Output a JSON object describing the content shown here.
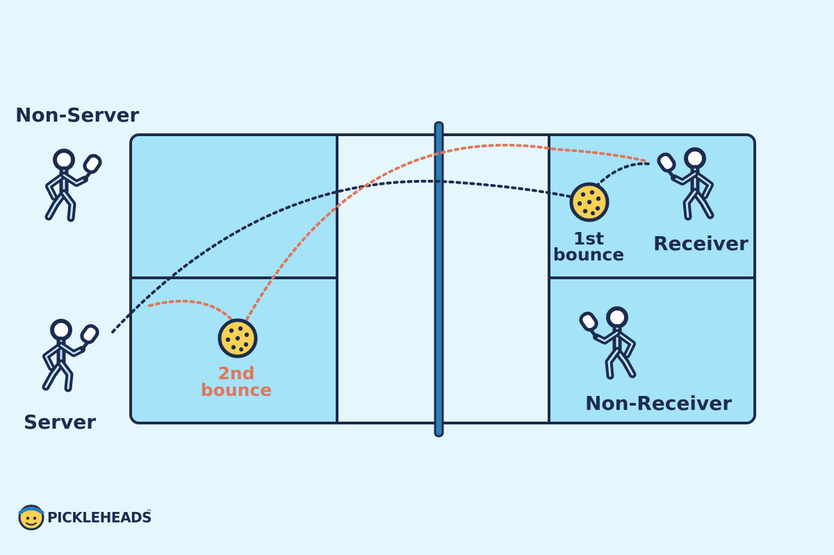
{
  "labels": {
    "non_server": "Non-Server",
    "server": "Server",
    "receiver": "Receiver",
    "non_receiver": "Non-Receiver",
    "first_bounce_line1": "1st",
    "first_bounce_line2": "bounce",
    "second_bounce_line1": "2nd",
    "second_bounce_line2": "bounce"
  },
  "logo": {
    "text": "PICKLEHEADS",
    "tm": "™"
  },
  "colors": {
    "background": "#e6f6fd",
    "court_fill": "#a5e3f8",
    "kitchen_fill": "#e6f6fd",
    "outline": "#1d2b4f",
    "net": "#2a7fb3",
    "serve_path": "#1d2b4f",
    "return_path": "#e0765a",
    "ball": "#f7d154",
    "second_bounce_label": "#e0765a"
  },
  "icons": {
    "players": [
      "player-icon",
      "player-icon",
      "player-icon",
      "player-icon"
    ],
    "balls": [
      "pickleball-icon",
      "pickleball-icon"
    ],
    "logo": "pickleball-mascot-icon"
  }
}
